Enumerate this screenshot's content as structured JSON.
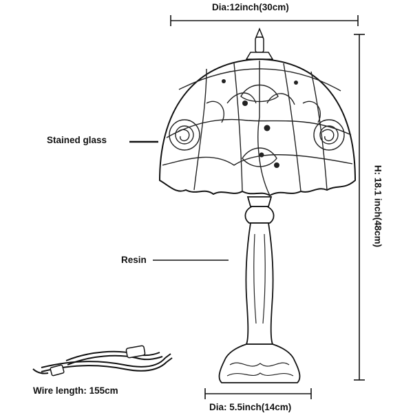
{
  "labels": {
    "top_diameter": "Dia:12inch(30cm)",
    "material_shade": "Stained glass",
    "material_body": "Resin",
    "height": "H: 18.1 inch(48cm)",
    "wire": "Wire length: 155cm",
    "base_diameter": "Dia: 5.5inch(14cm)"
  },
  "colors": {
    "ink": "#111111",
    "background": "#ffffff"
  }
}
